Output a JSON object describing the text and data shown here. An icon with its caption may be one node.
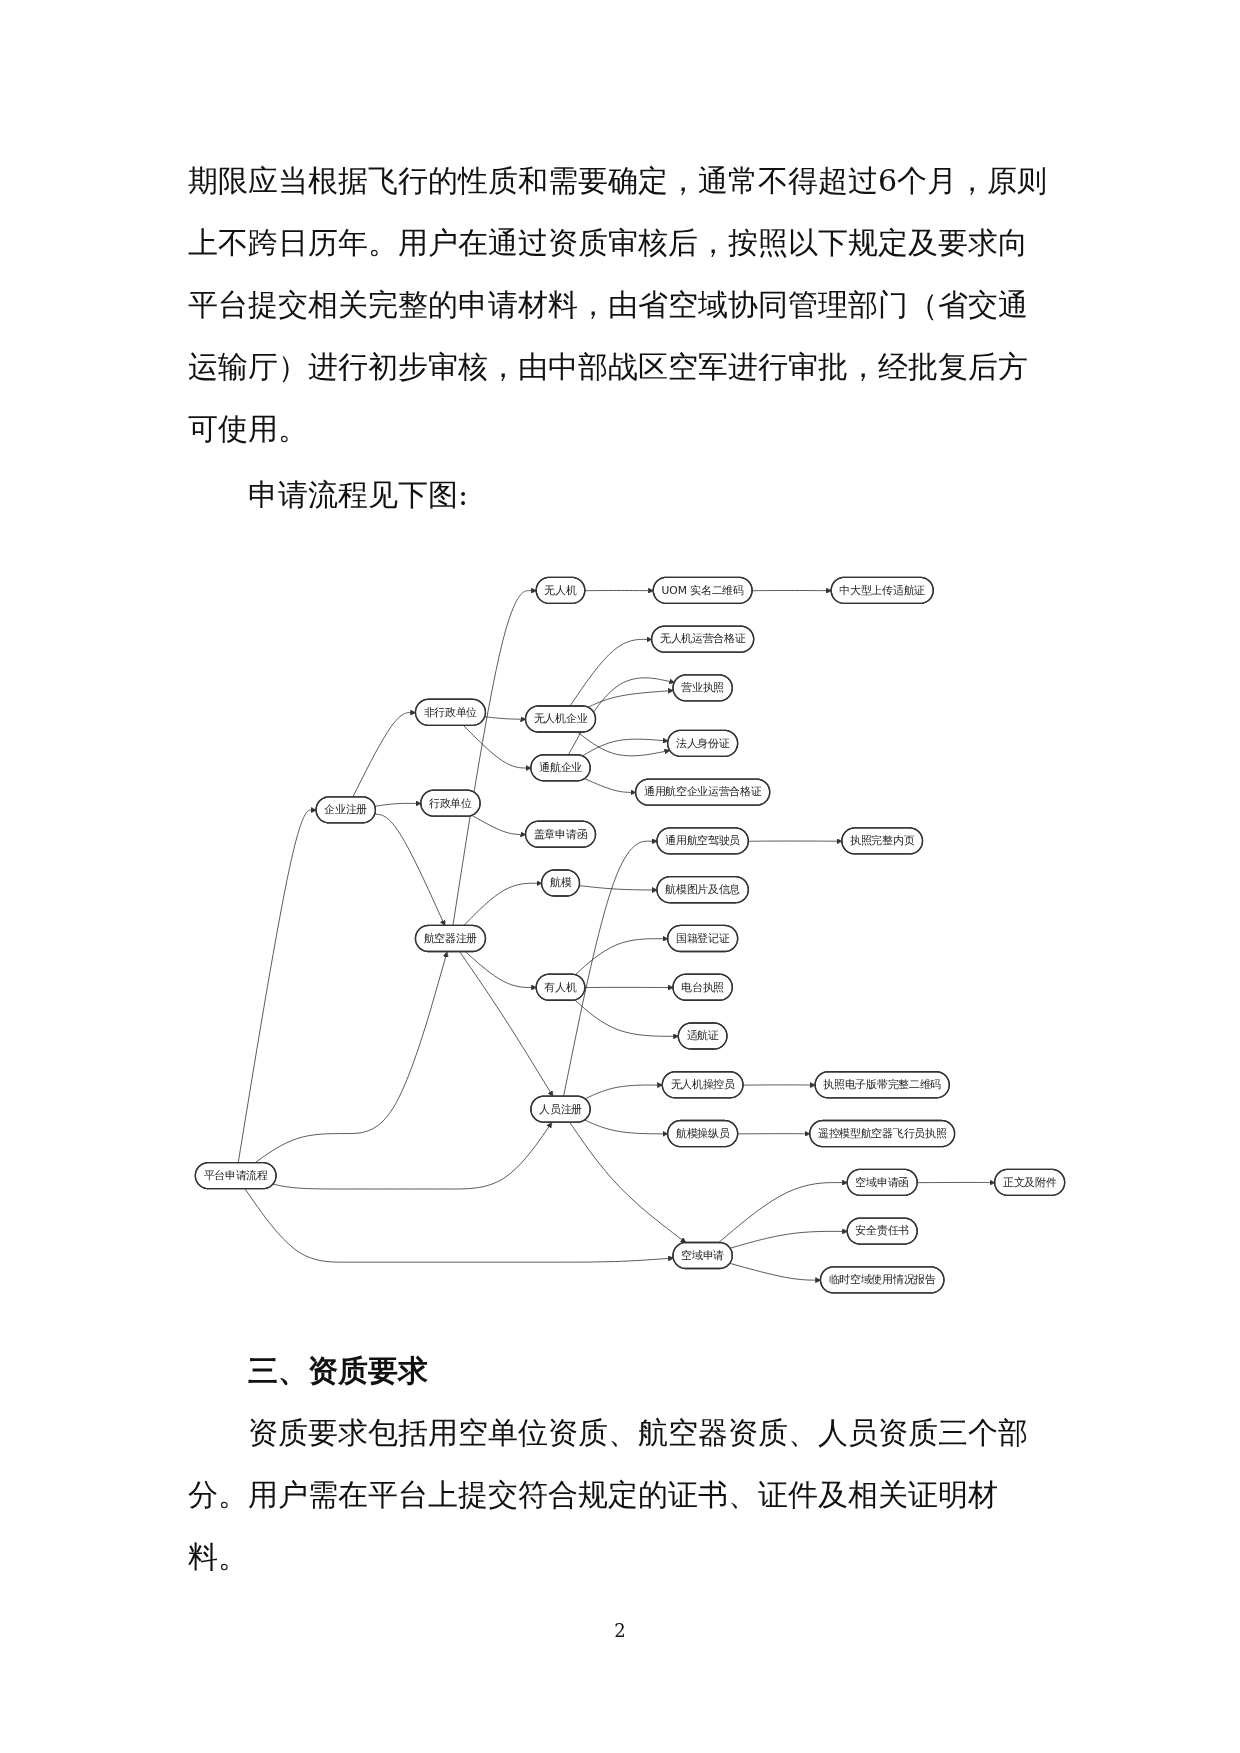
{
  "diagram": {
    "nodes": [
      {
        "text": [
          "平台申请流程"
        ]
      },
      {
        "text": [
          "企业注册"
        ]
      },
      {
        "text": [
          "航空器注册"
        ]
      },
      {
        "text": [
          "人员注册"
        ]
      },
      {
        "text": [
          "空域申请"
        ]
      },
      {
        "text": [
          "非行政单位"
        ]
      },
      {
        "text": [
          "行政单位"
        ]
      },
      {
        "text": [
          "无人机企业"
        ]
      },
      {
        "text": [
          "通航企业"
        ]
      },
      {
        "text": [
          "无人机运营合格证"
        ]
      },
      {
        "text": [
          "营业执照"
        ]
      },
      {
        "text": [
          "法人身份证"
        ]
      },
      {
        "text": [
          "通用航空企业运营合格证"
        ]
      },
      {
        "text": [
          "盖章申请函"
        ]
      },
      {
        "text": [
          "无人机"
        ]
      },
      {
        "text": [
          "航模"
        ]
      },
      {
        "text": [
          "有人机"
        ]
      },
      {
        "text": [
          "UOM 实名二维码"
        ]
      },
      {
        "text": [
          "中大型上传适航证"
        ]
      },
      {
        "text": [
          "航模图片及信息"
        ]
      },
      {
        "text": [
          "国籍登记证"
        ]
      },
      {
        "text": [
          "电台执照"
        ]
      },
      {
        "text": [
          "适航证"
        ]
      },
      {
        "text": [
          "通用航空驾驶员"
        ]
      },
      {
        "text": [
          "无人机操控员"
        ]
      },
      {
        "text": [
          "航模操纵员"
        ]
      },
      {
        "text": [
          "执照完整内页"
        ]
      },
      {
        "text": [
          "执照电子版带完整二维码"
        ]
      },
      {
        "text": [
          "遥控模型航空器飞行员执照"
        ]
      },
      {
        "text": [
          "空域申请函"
        ]
      },
      {
        "text": [
          "安全责任书"
        ]
      },
      {
        "text": [
          "临时空域使用情况报告"
        ]
      },
      {
        "text": [
          "正文及附件"
        ]
      }
    ],
    "edges": [
      {
        "from": 0,
        "to": 1,
        "arrow": "to"
      },
      {
        "from": 0,
        "to": 2,
        "arrow": "to"
      },
      {
        "from": 0,
        "to": 3,
        "arrow": "to"
      },
      {
        "from": 0,
        "to": 4,
        "arrow": "to"
      },
      {
        "from": 1,
        "to": 2,
        "arrow": "to"
      },
      {
        "from": 2,
        "to": 3,
        "arrow": "to"
      },
      {
        "from": 3,
        "to": 4,
        "arrow": "to"
      },
      {
        "from": 1,
        "to": 5,
        "arrow": "to"
      },
      {
        "from": 1,
        "to": 6,
        "arrow": "to"
      },
      {
        "from": 5,
        "to": 7,
        "arrow": "to"
      },
      {
        "from": 5,
        "to": 8,
        "arrow": "to"
      },
      {
        "from": 7,
        "to": 9,
        "arrow": "to"
      },
      {
        "from": 7,
        "to": 10,
        "arrow": "to"
      },
      {
        "from": 7,
        "to": 11,
        "arrow": "to"
      },
      {
        "from": 8,
        "to": 10,
        "arrow": "to"
      },
      {
        "from": 8,
        "to": 11,
        "arrow": "to"
      },
      {
        "from": 8,
        "to": 12,
        "arrow": "to"
      },
      {
        "from": 6,
        "to": 13,
        "arrow": "to"
      },
      {
        "from": 2,
        "to": 14,
        "arrow": "to"
      },
      {
        "from": 2,
        "to": 15,
        "arrow": "to"
      },
      {
        "from": 2,
        "to": 16,
        "arrow": "to"
      },
      {
        "from": 14,
        "to": 17,
        "arrow": "to"
      },
      {
        "from": 17,
        "to": 18,
        "arrow": "to"
      },
      {
        "from": 15,
        "to": 19,
        "arrow": "to"
      },
      {
        "from": 16,
        "to": 20,
        "arrow": "to"
      },
      {
        "from": 16,
        "to": 21,
        "arrow": "to"
      },
      {
        "from": 16,
        "to": 22,
        "arrow": "to"
      },
      {
        "from": 3,
        "to": 23,
        "arrow": "to"
      },
      {
        "from": 3,
        "to": 24,
        "arrow": "to"
      },
      {
        "from": 3,
        "to": 25,
        "arrow": "to"
      },
      {
        "from": 23,
        "to": 26,
        "arrow": "to"
      },
      {
        "from": 24,
        "to": 27,
        "arrow": "to"
      },
      {
        "from": 25,
        "to": 28,
        "arrow": "to"
      },
      {
        "from": 4,
        "to": 29,
        "arrow": "to"
      },
      {
        "from": 4,
        "to": 30,
        "arrow": "to"
      },
      {
        "from": 4,
        "to": 31,
        "arrow": "to"
      },
      {
        "from": 29,
        "to": 32,
        "arrow": "to"
      }
    ],
    "labels": [
      "期限应当根据飞行的性质和需要确定，通常不得超过6个月，原则上不跨日历年。用户在通过资质审核后，按照以下规定及要求向平台提交相关完整的申请材料，由省空域协同管理部门（省交通运输厅）进行初步审核，由中部战区空军进行审批，经批复后方可使用。",
      "申请流程见下图:",
      "三、资质要求",
      "资质要求包括用空单位资质、航空器资质、人员资质三个部分。用户需在平台上提交符合规定的证书、证件及相关证明材料。",
      "2"
    ]
  }
}
